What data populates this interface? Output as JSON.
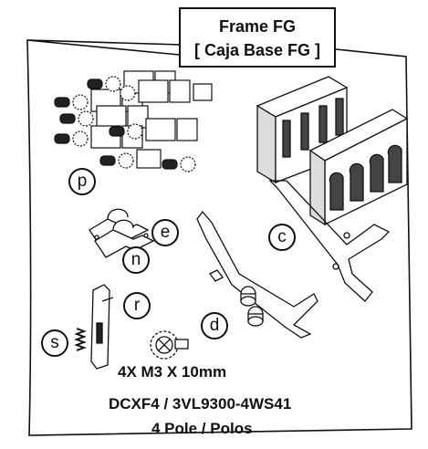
{
  "title": {
    "line1": "Frame FG",
    "line2": "[ Caja Base FG ]"
  },
  "callouts": {
    "p": "p",
    "e": "e",
    "c": "c",
    "n": "n",
    "r": "r",
    "d": "d",
    "s": "s"
  },
  "captions": {
    "screws": "4X M3 X 10mm",
    "model": "DCXF4 / 3VL9300-4WS41",
    "poles": "4 Pole / Polos"
  },
  "colors": {
    "line": "#111111",
    "sheet": "#ffffff"
  }
}
